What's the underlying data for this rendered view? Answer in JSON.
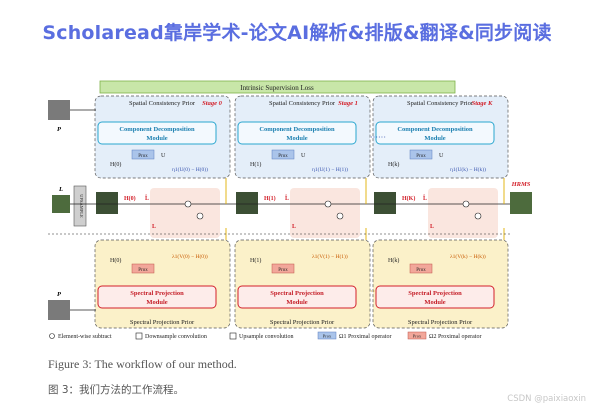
{
  "banner": "Scholaread靠岸学术-论文AI解析&排版&翻译&同步阅读",
  "figure": {
    "supervision_loss": "Intrinsic Supervision Loss",
    "spatial_prior": "Spatial Consistency Prior",
    "spectral_prior": "Spectral Projection Prior",
    "stages": [
      "Stage 0",
      "Stage 1",
      "Stage K"
    ],
    "component_module": [
      "Component Decomposition",
      "Module"
    ],
    "spectral_module": [
      "Spectral Projection",
      "Module"
    ],
    "upsample_label": "UPSAMPLE",
    "input_p": "P",
    "input_l": "L",
    "output_label": "HRMS",
    "prox_u": "Prox",
    "prox_v": "Prox",
    "u_sub": [
      "U",
      "U",
      "U"
    ],
    "u_sup": [
      "(0)",
      "(1)",
      "(k)"
    ],
    "h_labels": [
      "H(0)",
      "H(1)",
      "H(k)"
    ],
    "v_sup": [
      "(0)",
      "(1)",
      "(k)"
    ],
    "eta_terms": [
      "η1(U(0) − H(0))",
      "η1(U(1) − H(1))",
      "η1(U(k) − H(k))"
    ],
    "lambda_terms": [
      "λ1(V(0) − H(0))",
      "λ1(V(1) − H(1))",
      "λ1(V(k) − H(k))"
    ],
    "h_top": [
      "H(0)",
      "H(1)",
      "H(K)"
    ],
    "l_hat": "L̂",
    "l_text": "L",
    "legend": {
      "subtract": "Element-wise subtract",
      "down": "Downsample convolution",
      "up": "Upsample convolution",
      "prox_box": "Prox",
      "omega1": "Ω1 Proximal operator",
      "omega2": "Ω2 Proximal operator"
    }
  },
  "caption": "Figure 3: The workflow of our method.",
  "caption_cn": "图 3：我们方法的工作流程。",
  "watermark": "CSDN @paixiaoxin"
}
